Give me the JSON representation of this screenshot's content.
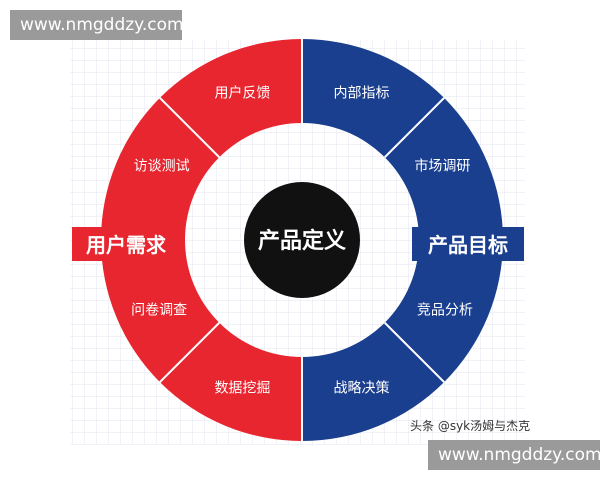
{
  "watermark": {
    "top": "www.nmgddzy.com",
    "bottom": "www.nmgddzy.com"
  },
  "center": {
    "label": "产品定义"
  },
  "left_banner": {
    "label": "用户需求"
  },
  "right_banner": {
    "label": "产品目标"
  },
  "left_segments": [
    "用户反馈",
    "访谈测试",
    "问卷调查",
    "数据挖掘"
  ],
  "right_segments": [
    "内部指标",
    "市场调研",
    "竞品分析",
    "战略决策"
  ],
  "credit": "头条 @syk汤姆与杰克",
  "colors": {
    "red": "#e8262f",
    "blue": "#1a3f8f",
    "black": "#111111",
    "grid": "#e6e9f2"
  }
}
